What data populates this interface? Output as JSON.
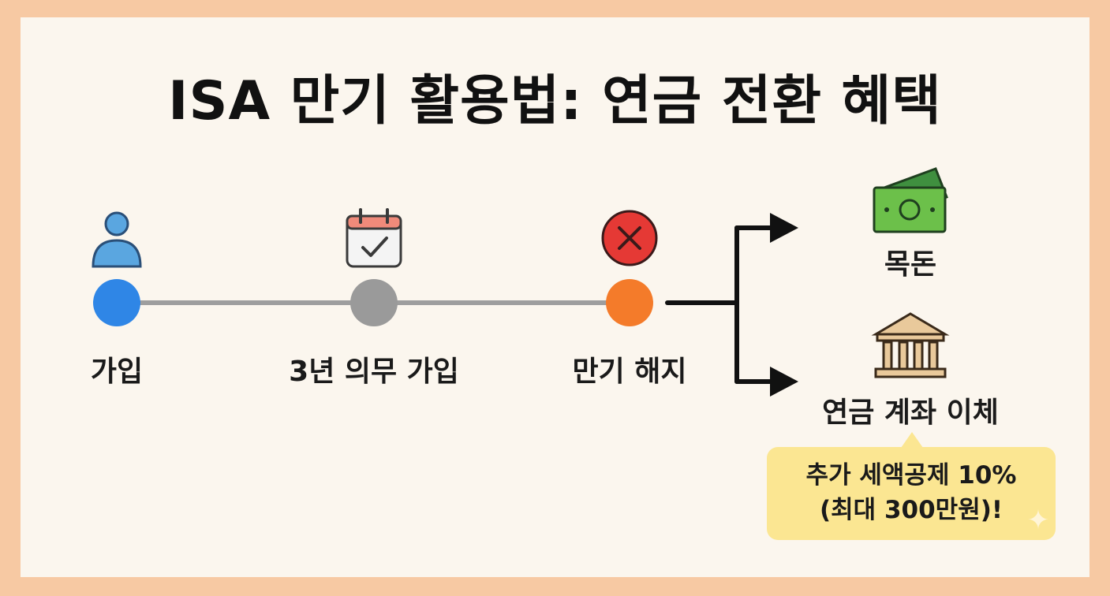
{
  "title": "ISA 만기 활용법: 연금 전환 혜택",
  "timeline": [
    {
      "label": "가입",
      "color": "#2f86e6",
      "icon": "person-icon"
    },
    {
      "label": "3년 의무 가입",
      "color": "#9a9a9a",
      "icon": "calendar-check-icon"
    },
    {
      "label": "만기 해지",
      "color": "#f47b2a",
      "icon": "x-circle-icon"
    }
  ],
  "branches": [
    {
      "label": "목돈",
      "icon": "cash-icon"
    },
    {
      "label": "연금 계좌 이체",
      "icon": "bank-building-icon"
    }
  ],
  "callout": {
    "line1": "추가 세액공제 10%",
    "line2": "(최대 300만원)!"
  },
  "colors": {
    "frame": "#f7c9a3",
    "panel": "#fbf6ee",
    "callout": "#fbe692",
    "line": "#9e9e9e",
    "money_green": "#4caf50",
    "bank_tan": "#e9c99b",
    "x_red": "#e53935"
  }
}
